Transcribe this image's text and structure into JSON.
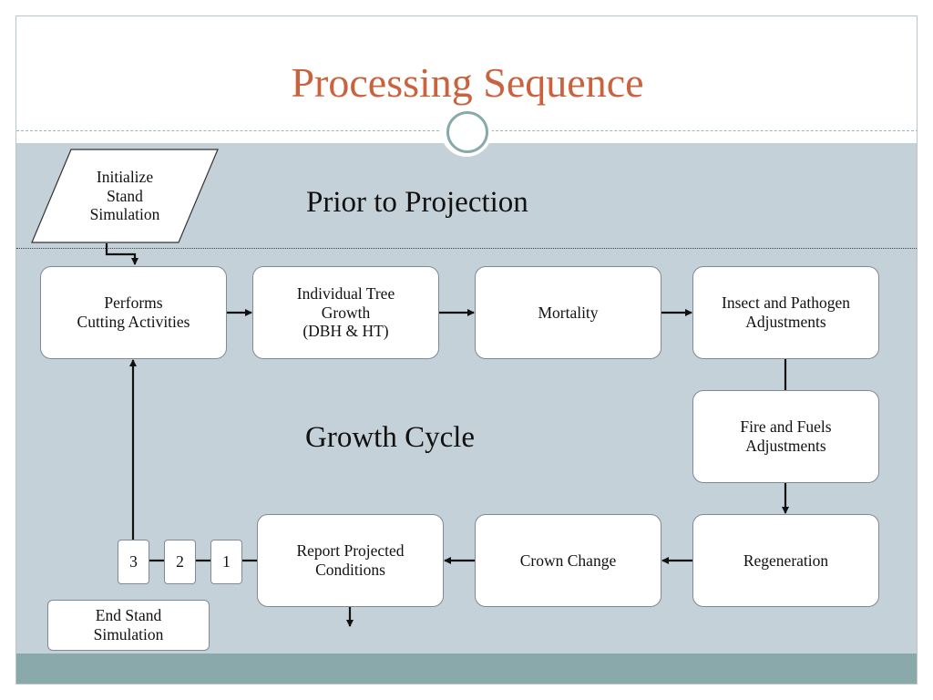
{
  "title": "Processing Sequence",
  "sections": {
    "prior": "Prior to Projection",
    "growth": "Growth Cycle"
  },
  "nodes": {
    "initialize": "Initialize\nStand\nSimulation",
    "cutting": "Performs\nCutting Activities",
    "tree_growth": "Individual Tree\nGrowth\n(DBH & HT)",
    "mortality": "Mortality",
    "insect": "Insect and Pathogen\nAdjustments",
    "fire": "Fire and Fuels\nAdjustments",
    "regeneration": "Regeneration",
    "crown": "Crown Change",
    "report": "Report Projected\nConditions",
    "end": "End Stand\nSimulation"
  },
  "steps": [
    "1",
    "2",
    "3"
  ],
  "colors": {
    "title": "#c8623f",
    "content_bg": "#c4d1d8",
    "footer": "#8aa9ab",
    "box_border": "#7f8a99"
  }
}
